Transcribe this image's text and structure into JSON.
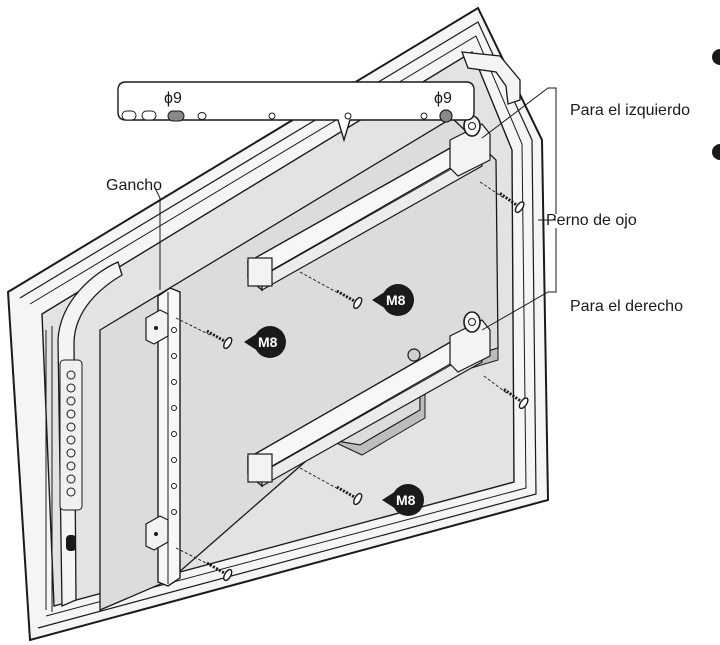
{
  "labels": {
    "gancho": "Gancho",
    "perno_de_ojo": "Perno de ojo",
    "para_izquierdo": "Para el izquierdo",
    "para_derecho": "Para el derecho"
  },
  "callout": {
    "hole_left": "ϕ9",
    "hole_right": "ϕ9"
  },
  "badges": {
    "screw_1": "M8",
    "screw_2": "M8",
    "screw_3": "M8"
  },
  "colors": {
    "line": "#1a1a1a",
    "panel_back": "#e3e3e3",
    "frame": "#f4f4f4",
    "badge": "#1a1a1a"
  }
}
